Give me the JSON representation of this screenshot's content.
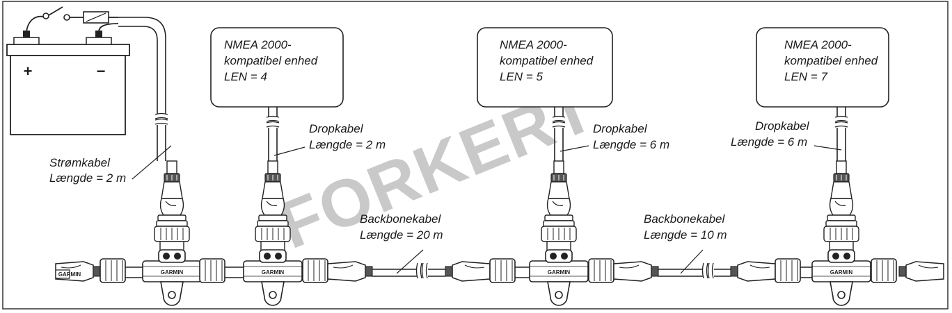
{
  "watermark": "FORKERT",
  "battery": {
    "plus": "+",
    "minus": "−"
  },
  "devices": [
    {
      "line1": "NMEA 2000-",
      "line2": "kompatibel enhed",
      "line3": "LEN = 4"
    },
    {
      "line1": "NMEA 2000-",
      "line2": "kompatibel enhed",
      "line3": "LEN = 5"
    },
    {
      "line1": "NMEA 2000-",
      "line2": "kompatibel enhed",
      "line3": "LEN = 7"
    }
  ],
  "power_cable": {
    "name": "Strømkabel",
    "length": "Længde = 2 m"
  },
  "drop_cables": [
    {
      "name": "Dropkabel",
      "length": "Længde = 2 m"
    },
    {
      "name": "Dropkabel",
      "length": "Længde = 6 m"
    },
    {
      "name": "Dropkabel",
      "length": "Længde = 6 m"
    }
  ],
  "backbone_cables": [
    {
      "name": "Backbonekabel",
      "length": "Længde = 20 m"
    },
    {
      "name": "Backbonekabel",
      "length": "Længde = 10 m"
    }
  ],
  "brand": "GARMIN"
}
